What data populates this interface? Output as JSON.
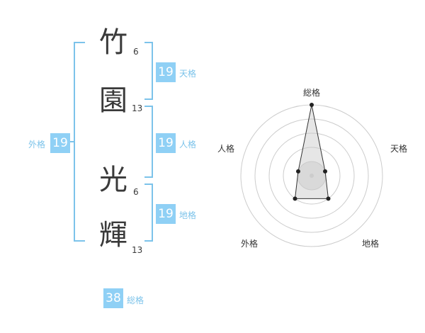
{
  "name": {
    "chars": [
      {
        "char": "竹",
        "strokes": "6"
      },
      {
        "char": "園",
        "strokes": "13"
      },
      {
        "char": "光",
        "strokes": "6"
      },
      {
        "char": "輝",
        "strokes": "13"
      }
    ]
  },
  "fortune": {
    "tenkaku": {
      "value": "19",
      "label": "天格"
    },
    "jinkaku": {
      "value": "19",
      "label": "人格"
    },
    "chikaku": {
      "value": "19",
      "label": "地格"
    },
    "gaikaku": {
      "value": "19",
      "label": "外格"
    },
    "soukaku": {
      "value": "38",
      "label": "総格"
    }
  },
  "radar": {
    "axes": [
      "総格",
      "天格",
      "地格",
      "外格",
      "人格"
    ],
    "levels": 5,
    "values": [
      5,
      1,
      2,
      2,
      1
    ]
  },
  "colors": {
    "accent": "#8fd0f5",
    "bracket": "#7cc3ea",
    "label": "#7cc3ea",
    "text": "#3a3a3a"
  }
}
